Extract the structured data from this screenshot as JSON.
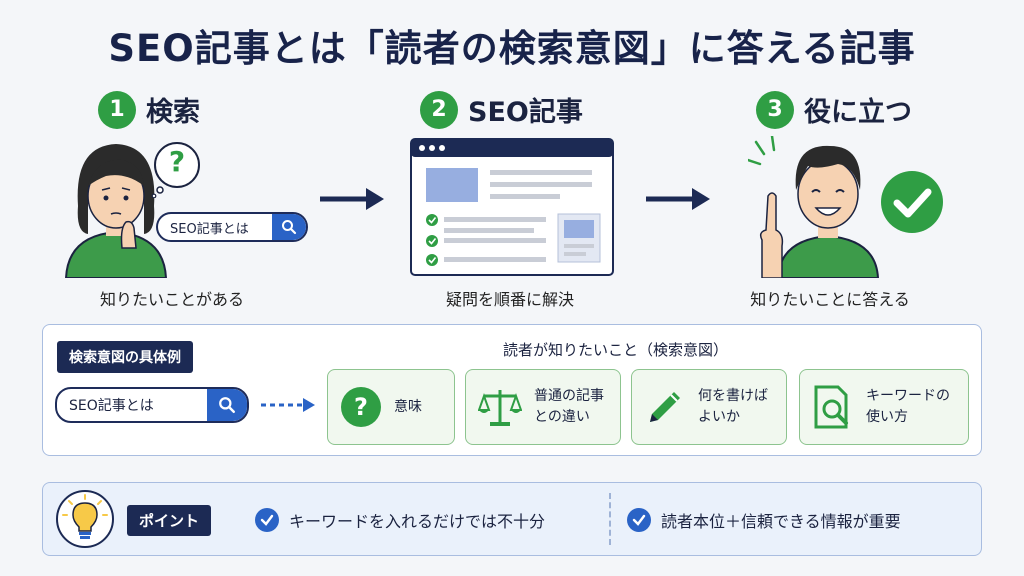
{
  "title": "SEO記事とは「読者の検索意図」に答える記事",
  "steps": [
    {
      "number": "1",
      "label": "検索",
      "caption": "知りたいことがある"
    },
    {
      "number": "2",
      "label": "SEO記事",
      "caption": "疑問を順番に解決"
    },
    {
      "number": "3",
      "label": "役に立つ",
      "caption": "知りたいことに答える"
    }
  ],
  "step1_search_text": "SEO記事とは",
  "question_mark": "?",
  "examples": {
    "tag": "検索意図の具体例",
    "heading": "読者が知りたいこと（検索意図）",
    "search_text": "SEO記事とは",
    "cards": [
      {
        "label": "意味",
        "icon": "question-icon"
      },
      {
        "label": "普通の記事\nとの違い",
        "icon": "scale-icon"
      },
      {
        "label": "何を書けば\nよいか",
        "icon": "pencil-icon"
      },
      {
        "label": "キーワードの\n使い方",
        "icon": "document-search-icon"
      }
    ]
  },
  "point": {
    "tag": "ポイント",
    "items": [
      "キーワードを入れるだけでは不十分",
      "読者本位＋信頼できる情報が重要"
    ]
  },
  "colors": {
    "navy": "#1c2a54",
    "green": "#2f9e44",
    "blue": "#2a63c6"
  }
}
